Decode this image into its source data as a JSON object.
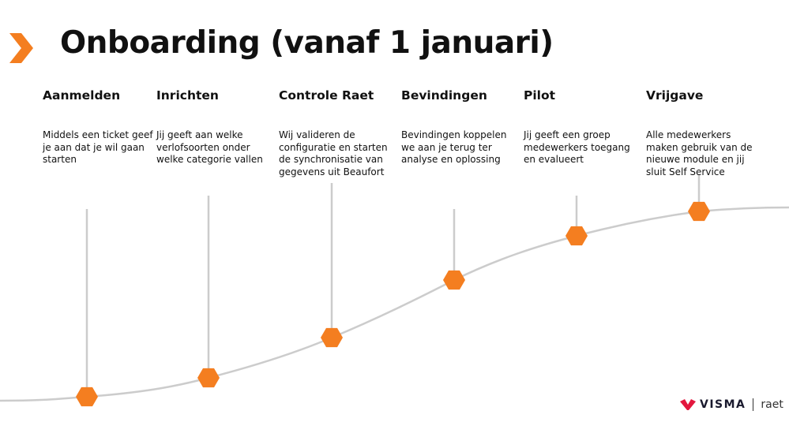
{
  "title": "Onboarding (vanaf 1 januari)",
  "accent_color": "#F47E20",
  "line_color": "#CCCCCC",
  "steps": [
    {
      "title": "Aanmelden",
      "text": "Middels een ticket geef je aan dat je wil gaan starten"
    },
    {
      "title": "Inrichten",
      "text": "Jij geeft aan welke verlofsoorten onder welke categorie vallen"
    },
    {
      "title": "Controle Raet",
      "text": "Wij valideren de configuratie en starten de synchronisatie van gegevens uit Beaufort"
    },
    {
      "title": "Bevindingen",
      "text": "Bevindingen koppelen we aan je terug ter analyse en oplossing"
    },
    {
      "title": "Pilot",
      "text": "Jij geeft een groep medewerkers toegang en evalueert"
    },
    {
      "title": "Vrijgave",
      "text": "Alle medewerkers maken gebruik van de nieuwe module en jij sluit Self Service"
    }
  ],
  "logo": {
    "brand": "VISMA",
    "sub": "raet",
    "mark_color": "#E3173E"
  },
  "icons": {
    "chevron": "chevron-right-icon",
    "milestone": "hexagon-icon"
  }
}
